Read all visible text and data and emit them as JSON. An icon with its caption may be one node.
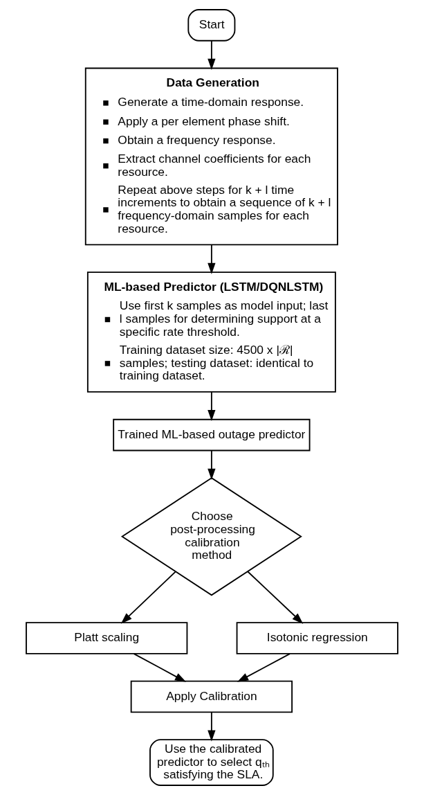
{
  "diagram": {
    "nodes": [
      {
        "text": [
          "Start"
        ]
      },
      {
        "text": [
          "Data Generation",
          "Generate a time-domain response.",
          "Apply a per element phase shift.",
          "Obtain a frequency response.",
          "Extract channel coefficients for each resource.",
          "Repeat above steps for k + l time increments to obtain a sequence of k + l frequency-domain samples for each resource."
        ]
      },
      {
        "text": [
          "ML-based Predictor (LSTM/DQNLSTM)",
          "Use first k samples as model input; last l samples for determining support at a specific rate threshold.",
          "Training dataset size: 4500 x |ℛ| samples; testing dataset: identical to training dataset."
        ]
      },
      {
        "text": [
          "Trained ML-based outage predictor"
        ]
      },
      {
        "text": [
          "Choose post-processing calibration method"
        ]
      },
      {
        "text": [
          "Platt scaling"
        ]
      },
      {
        "text": [
          "Isotonic regression"
        ]
      },
      {
        "text": [
          "Apply Calibration"
        ]
      },
      {
        "text": [
          "Use the calibrated predictor to select qₜₕ satisfying the SLA."
        ]
      }
    ],
    "edges": [
      {
        "from": 0,
        "to": 1,
        "arrow": "to"
      },
      {
        "from": 1,
        "to": 2,
        "arrow": "to"
      },
      {
        "from": 2,
        "to": 3,
        "arrow": "to"
      },
      {
        "from": 3,
        "to": 4,
        "arrow": "to"
      },
      {
        "from": 4,
        "to": 5,
        "arrow": "to"
      },
      {
        "from": 4,
        "to": 6,
        "arrow": "to"
      },
      {
        "from": 5,
        "to": 7,
        "arrow": "to"
      },
      {
        "from": 6,
        "to": 7,
        "arrow": "to"
      },
      {
        "from": 7,
        "to": 8,
        "arrow": "to"
      }
    ]
  }
}
